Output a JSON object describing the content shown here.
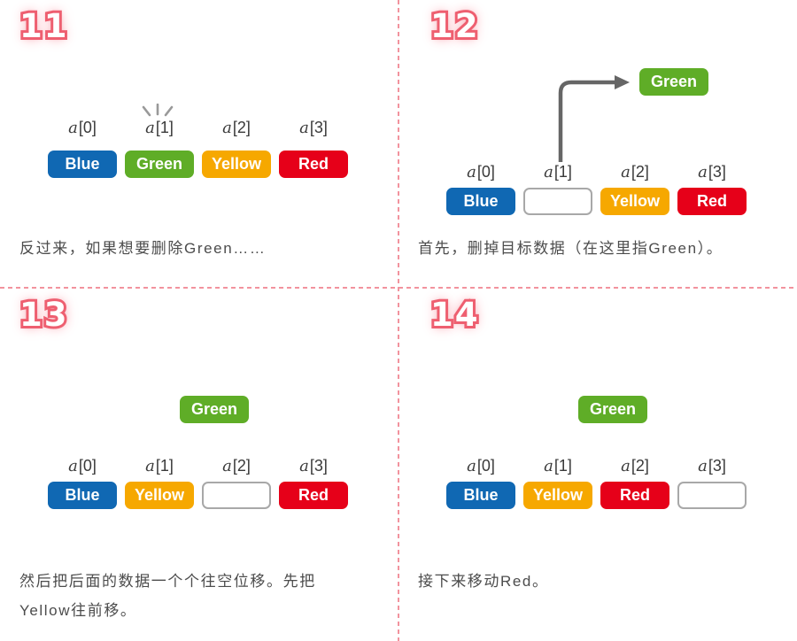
{
  "colors": {
    "blue": "#1068b3",
    "green": "#5fad27",
    "yellow": "#f6a800",
    "red": "#e60019",
    "empty_fill": "#ffffff",
    "empty_border": "#a8a8a8",
    "divider_pink": "#f2939e",
    "number_stroke": "#ee5f70",
    "number_glow": "#f7aeb8",
    "caption_text": "#4c4c4c",
    "arrow_gray": "#666666",
    "emphasis_gray": "#999999"
  },
  "panels": [
    {
      "number": "11",
      "caption": "反过来，如果想要删除Green……",
      "labels": [
        {
          "var": "a",
          "index": "[0]"
        },
        {
          "var": "a",
          "index": "[1]"
        },
        {
          "var": "a",
          "index": "[2]"
        },
        {
          "var": "a",
          "index": "[3]"
        }
      ],
      "cells": [
        {
          "label": "Blue",
          "color": "#1068b3"
        },
        {
          "label": "Green",
          "color": "#5fad27"
        },
        {
          "label": "Yellow",
          "color": "#f6a800"
        },
        {
          "label": "Red",
          "color": "#e60019"
        }
      ]
    },
    {
      "number": "12",
      "caption": "首先，删掉目标数据（在这里指Green）。",
      "floating_label": "Green",
      "labels": [
        {
          "var": "a",
          "index": "[0]"
        },
        {
          "var": "a",
          "index": "[1]"
        },
        {
          "var": "a",
          "index": "[2]"
        },
        {
          "var": "a",
          "index": "[3]"
        }
      ],
      "cells": [
        {
          "label": "Blue",
          "color": "#1068b3"
        },
        {
          "label": "",
          "color": "#ffffff",
          "empty": true
        },
        {
          "label": "Yellow",
          "color": "#f6a800"
        },
        {
          "label": "Red",
          "color": "#e60019"
        }
      ]
    },
    {
      "number": "13",
      "caption": "然后把后面的数据一个个往空位移。先把\nYellow往前移。",
      "floating_label": "Green",
      "labels": [
        {
          "var": "a",
          "index": "[0]"
        },
        {
          "var": "a",
          "index": "[1]"
        },
        {
          "var": "a",
          "index": "[2]"
        },
        {
          "var": "a",
          "index": "[3]"
        }
      ],
      "cells": [
        {
          "label": "Blue",
          "color": "#1068b3"
        },
        {
          "label": "Yellow",
          "color": "#f6a800"
        },
        {
          "label": "",
          "color": "#ffffff",
          "empty": true
        },
        {
          "label": "Red",
          "color": "#e60019"
        }
      ]
    },
    {
      "number": "14",
      "caption": "接下来移动Red。",
      "floating_label": "Green",
      "labels": [
        {
          "var": "a",
          "index": "[0]"
        },
        {
          "var": "a",
          "index": "[1]"
        },
        {
          "var": "a",
          "index": "[2]"
        },
        {
          "var": "a",
          "index": "[3]"
        }
      ],
      "cells": [
        {
          "label": "Blue",
          "color": "#1068b3"
        },
        {
          "label": "Yellow",
          "color": "#f6a800"
        },
        {
          "label": "Red",
          "color": "#e60019"
        },
        {
          "label": "",
          "color": "#ffffff",
          "empty": true
        }
      ]
    }
  ]
}
